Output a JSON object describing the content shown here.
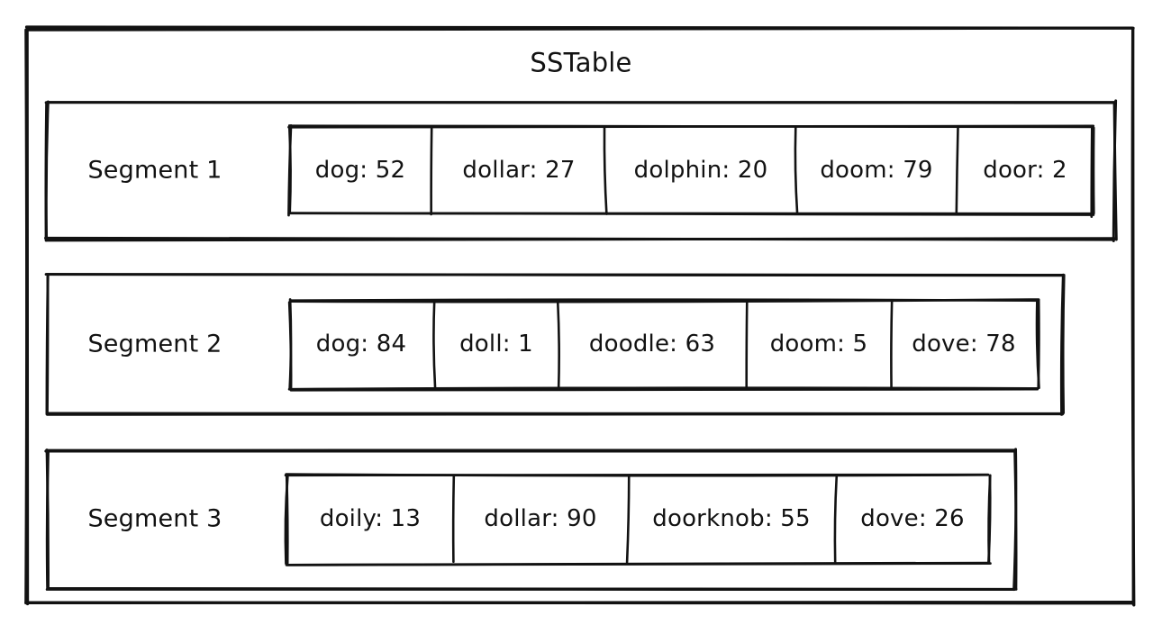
{
  "diagram": {
    "title": "SSTable",
    "style": "hand-drawn-sketch",
    "stroke_color": "#121212",
    "background_color": "#ffffff",
    "segments": [
      {
        "label": "Segment 1",
        "entries": [
          {
            "text": "dog: 52",
            "key": "dog",
            "value": 52
          },
          {
            "text": "dollar: 27",
            "key": "dollar",
            "value": 27
          },
          {
            "text": "dolphin: 20",
            "key": "dolphin",
            "value": 20
          },
          {
            "text": "doom: 79",
            "key": "doom",
            "value": 79
          },
          {
            "text": "door: 2",
            "key": "door",
            "value": 2
          }
        ]
      },
      {
        "label": "Segment 2",
        "entries": [
          {
            "text": "dog: 84",
            "key": "dog",
            "value": 84
          },
          {
            "text": "doll: 1",
            "key": "doll",
            "value": 1
          },
          {
            "text": "doodle: 63",
            "key": "doodle",
            "value": 63
          },
          {
            "text": "doom: 5",
            "key": "doom",
            "value": 5
          },
          {
            "text": "dove: 78",
            "key": "dove",
            "value": 78
          }
        ]
      },
      {
        "label": "Segment 3",
        "entries": [
          {
            "text": "doily: 13",
            "key": "doily",
            "value": 13
          },
          {
            "text": "dollar: 90",
            "key": "dollar",
            "value": 90
          },
          {
            "text": "doorknob: 55",
            "key": "doorknob",
            "value": 55
          },
          {
            "text": "dove: 26",
            "key": "dove",
            "value": 26
          }
        ]
      }
    ]
  }
}
